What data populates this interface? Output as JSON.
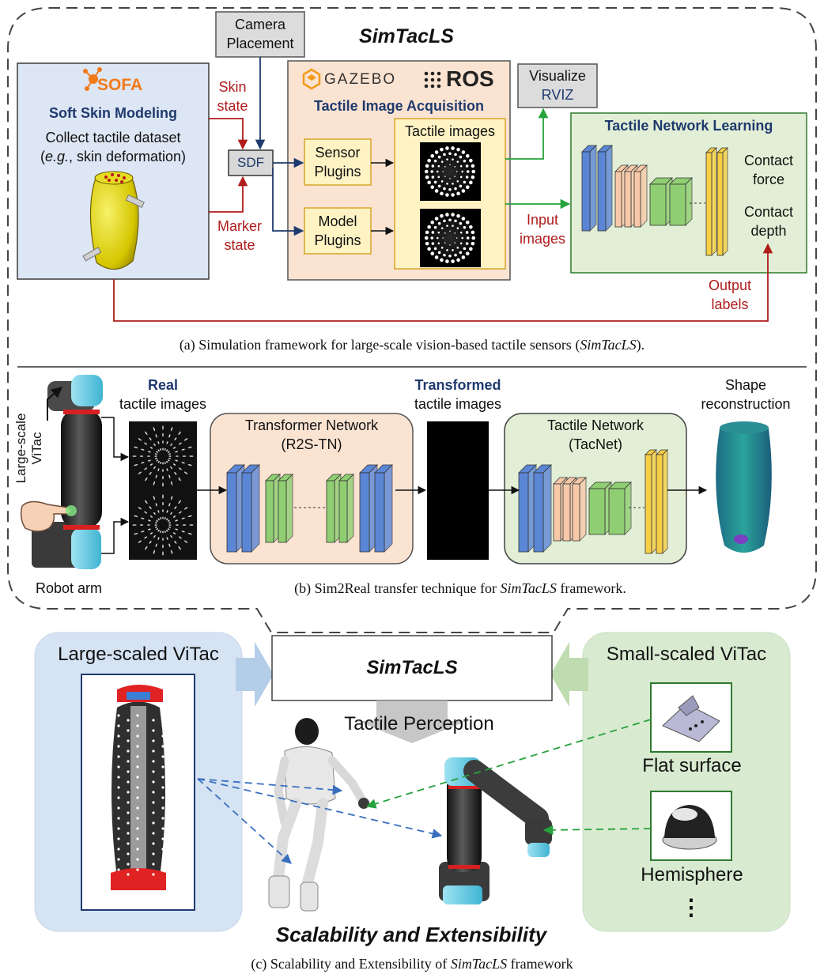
{
  "panel_a": {
    "title": "SimTacLS",
    "sofa": {
      "logo": "SOFA",
      "heading": "Soft Skin Modeling",
      "line1": "Collect tactile dataset",
      "line2_em": "e.g.",
      "line2_rest": ", skin deformation)"
    },
    "camera_placement": [
      "Camera",
      "Placement"
    ],
    "skin_state": [
      "Skin",
      "state"
    ],
    "marker_state": [
      "Marker",
      "state"
    ],
    "sdf": "SDF",
    "gazebo": "GAZEBO",
    "ros": "ROS",
    "acquisition_heading": "Tactile Image Acquisition",
    "sensor_plugins": [
      "Sensor",
      "Plugins"
    ],
    "model_plugins": [
      "Model",
      "Plugins"
    ],
    "tactile_images": "Tactile images",
    "visualize": "Visualize",
    "rviz": "RVIZ",
    "input_images": [
      "Input",
      "images"
    ],
    "network_heading": "Tactile Network Learning",
    "contact_force": [
      "Contact",
      "force"
    ],
    "contact_depth": [
      "Contact",
      "depth"
    ],
    "output_labels": [
      "Output",
      "labels"
    ],
    "caption_prefix": "(a) Simulation framework for large-scale vision-based tactile sensors (",
    "caption_em": "SimTacLS",
    "caption_suffix": ")."
  },
  "panel_b": {
    "sensor_label": [
      "Large-scale",
      "ViTac"
    ],
    "robot_arm": "Robot arm",
    "real": "Real",
    "real_sub": "tactile images",
    "transformer": [
      "Transformer Network",
      "(R2S-TN)"
    ],
    "transformed": "Transformed",
    "transformed_sub": "tactile images",
    "tacnet": [
      "Tactile Network",
      "(TacNet)"
    ],
    "shape": [
      "Shape",
      "reconstruction"
    ],
    "caption_prefix": "(b) Sim2Real transfer technique for ",
    "caption_em": "SimTacLS",
    "caption_suffix": " framework."
  },
  "panel_c": {
    "large": "Large-scaled ViTac",
    "small": "Small-scaled ViTac",
    "center": "SimTacLS",
    "perception": "Tactile Perception",
    "flat": "Flat surface",
    "hemisphere": "Hemisphere",
    "more": "⋮",
    "tagline": "Scalability and Extensibility",
    "caption_prefix": "(c) Scalability and Extensibility of ",
    "caption_em": "SimTacLS",
    "caption_suffix": " framework"
  },
  "colors": {
    "sofa_bg": "#dde6f4",
    "acq_bg": "#fbe3d2",
    "net_bg": "#e2efd6",
    "plugin_bg": "#fff3c4",
    "arrow_red": "#b01c1c",
    "arrow_navy": "#1f3a6e",
    "arrow_green": "#27a23c",
    "blue_layer": "#5b86d6",
    "peach_layer": "#f7c9a9",
    "green_layer": "#8fce72",
    "yellow_layer": "#f7cf46",
    "vitac_blue": "#d5e3f3",
    "vitac_green": "#d8ead0"
  }
}
